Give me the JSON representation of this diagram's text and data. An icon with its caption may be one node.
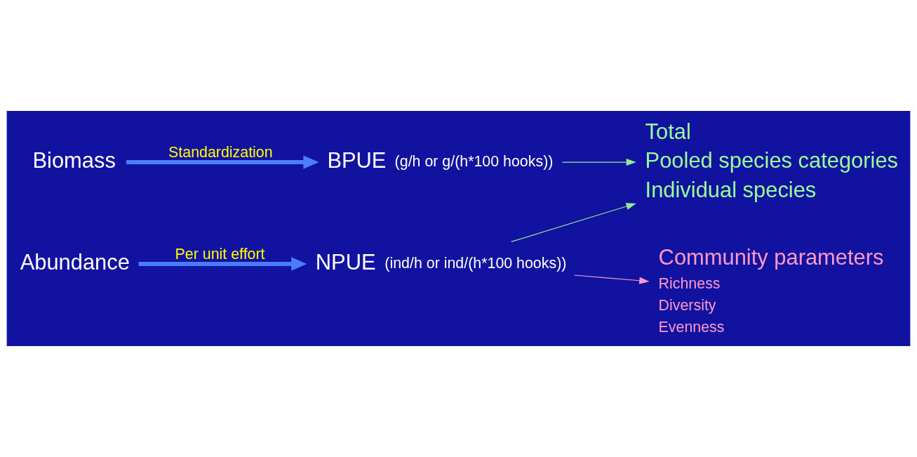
{
  "diagram": {
    "nodes": [
      {
        "text": [
          "Biomass"
        ]
      },
      {
        "text": [
          "Abundance"
        ]
      },
      {
        "text": [
          "BPUE"
        ],
        "beside": [
          "(g/h or g/(h*100 hooks))"
        ]
      },
      {
        "text": [
          "NPUE"
        ],
        "beside": [
          "(ind/h or ind/(h*100 hooks))"
        ]
      },
      {
        "text": [
          "Total",
          "Pooled species categories",
          "Individual species"
        ]
      },
      {
        "text": [
          "Community parameters",
          "Richness",
          "Diversity",
          "Evenness"
        ]
      }
    ],
    "edges": [
      {
        "from": 0,
        "to": 2,
        "arrow": "to",
        "label": "Standardization",
        "style": "thick",
        "color": "#4a7cff"
      },
      {
        "from": 1,
        "to": 3,
        "arrow": "to",
        "label": "Per unit effort",
        "style": "thick",
        "color": "#4a7cff"
      },
      {
        "from": 2,
        "to": 4,
        "arrow": "to",
        "color": "#90ee90"
      },
      {
        "from": 3,
        "to": 4,
        "arrow": "to",
        "color": "#90ee90"
      },
      {
        "from": 3,
        "to": 5,
        "arrow": "to",
        "color": "#ff99cc"
      }
    ]
  }
}
